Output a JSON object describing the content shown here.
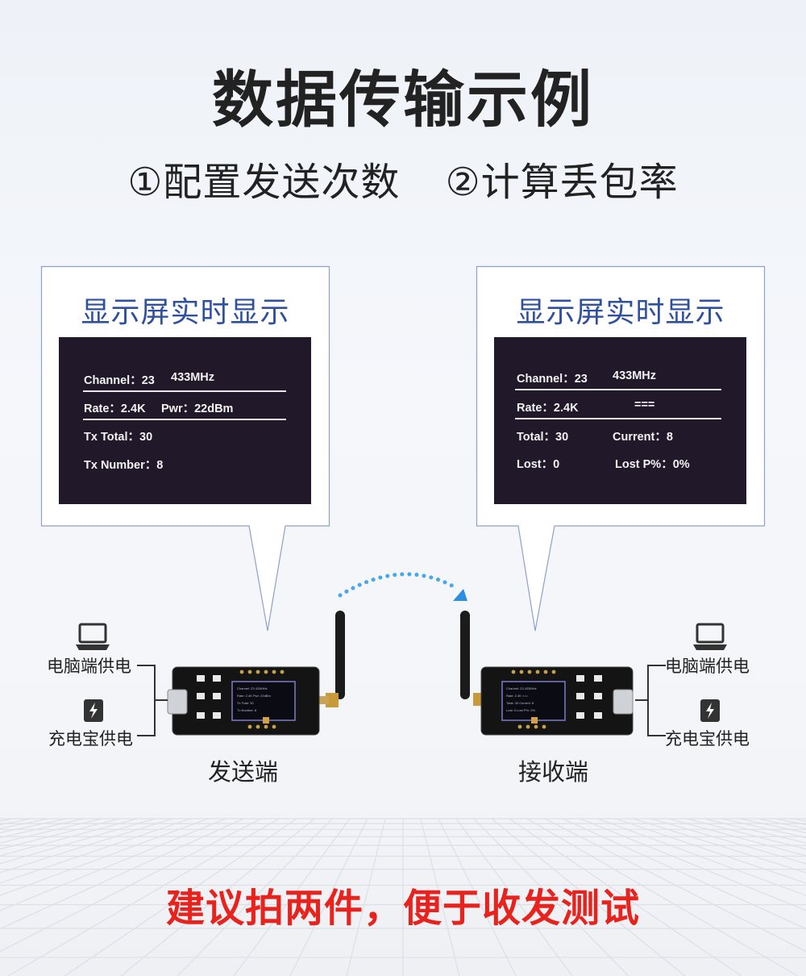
{
  "title": "数据传输示例",
  "subtitle": {
    "step1": "①配置发送次数",
    "step2": "②计算丢包率"
  },
  "sender_panel": {
    "title": "显示屏实时显示",
    "channel_label": "Channel：23",
    "freq": "433MHz",
    "rate": "Rate：2.4K",
    "pwr": "Pwr：22dBm",
    "tx_total": "Tx Total：30",
    "tx_number": "Tx Number：8"
  },
  "receiver_panel": {
    "title": "显示屏实时显示",
    "channel_label": "Channel：23",
    "freq": "433MHz",
    "rate": "Rate：2.4K",
    "indicator": "===",
    "total": "Total：30",
    "current": "Current：8",
    "lost": "Lost：0",
    "lost_pct": "Lost P%：0%"
  },
  "sender_label": "发送端",
  "receiver_label": "接收端",
  "power": {
    "pc": "电脑端供电",
    "powerbank": "充电宝供电"
  },
  "bottom_note": "建议拍两件，便于收发测试",
  "colors": {
    "accent_blue": "#2f4f9f",
    "warning_red": "#e8221c",
    "screen_bg": "#21192a",
    "wave_blue": "#4aa8e8"
  }
}
